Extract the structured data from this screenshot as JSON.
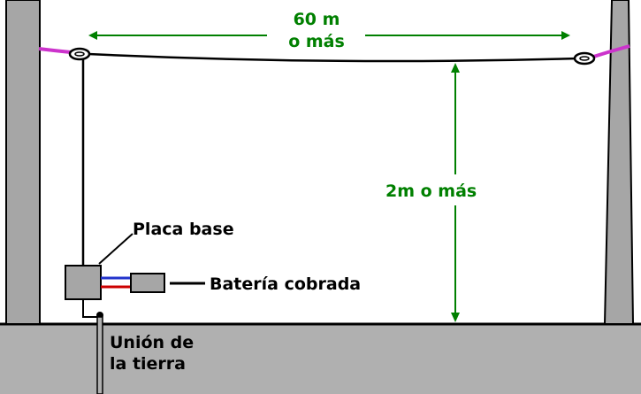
{
  "labels": {
    "distance_line1": "60 m",
    "distance_line2": "o más",
    "height": "2m o más",
    "base_plate": "Placa base",
    "battery": "Batería cobrada",
    "ground_line1": "Unión de",
    "ground_line2": "la tierra"
  },
  "colors": {
    "background": "#ffffff",
    "post": "#a6a6a6",
    "ground": "#b0b0b0",
    "antenna_wire": "#000000",
    "insulator_rope": "#cc33cc",
    "dimension": "#008000",
    "cable_positive": "#cc0000",
    "cable_negative": "#2233cc"
  },
  "icons": {
    "left_insulator": "egg-insulator-icon",
    "right_insulator": "egg-insulator-icon",
    "base_plate": "base-plate-box",
    "battery": "battery-icon"
  }
}
